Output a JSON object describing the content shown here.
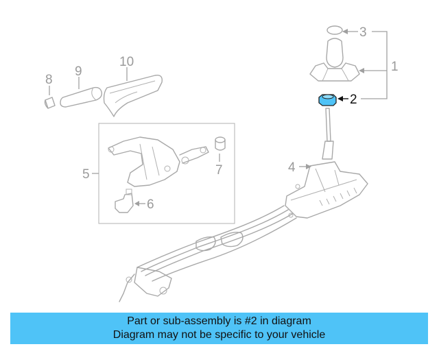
{
  "caption": {
    "line1": "Part or sub-assembly is #2 in diagram",
    "line2": "Diagram may not be specific to your vehicle"
  },
  "callouts": {
    "c1": "1",
    "c2": "2",
    "c3": "3",
    "c4": "4",
    "c5": "5",
    "c6": "6",
    "c7": "7",
    "c8": "8",
    "c9": "9",
    "c10": "10"
  },
  "highlight_part": "2",
  "colors": {
    "caption_bg": "#4fc3f7",
    "highlight": "#4fc3f7",
    "line_art": "#a8a8a8"
  }
}
